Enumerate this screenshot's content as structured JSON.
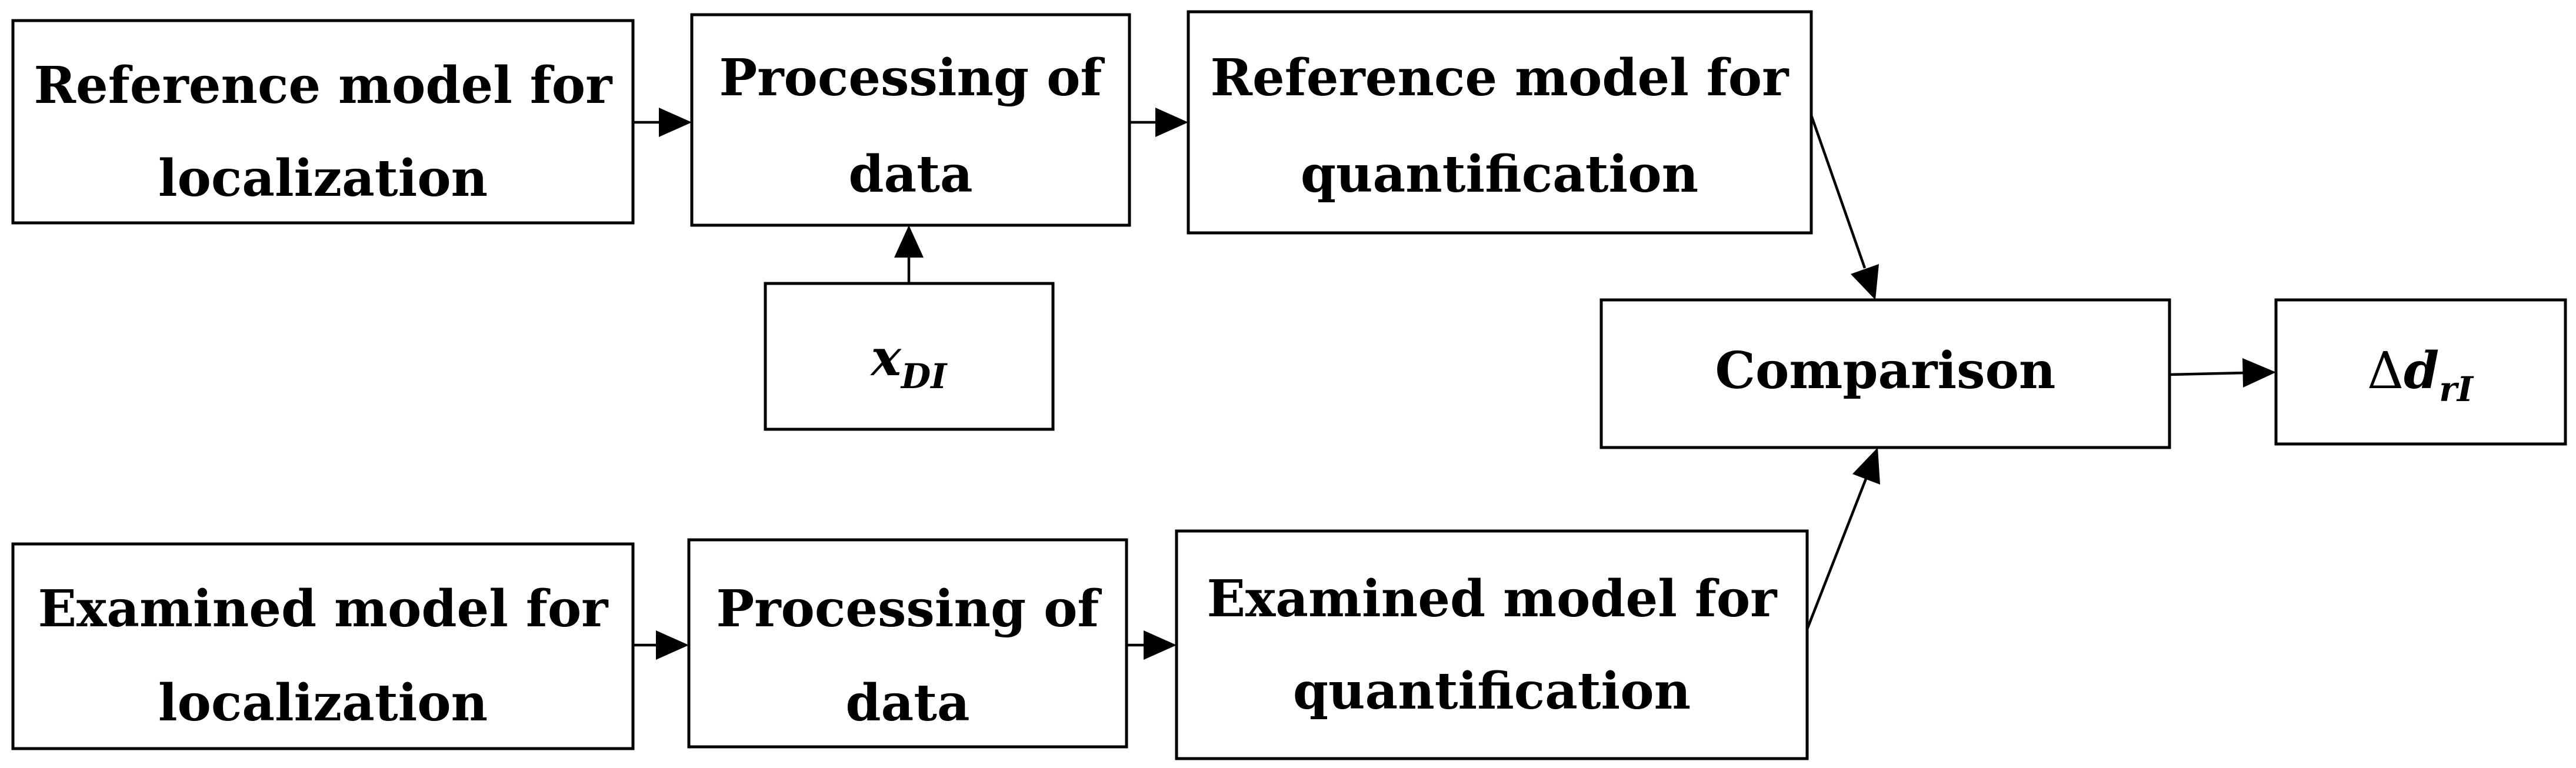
{
  "diagram": {
    "nodes": {
      "ref_loc": {
        "lines": [
          "Reference model for",
          "localization"
        ]
      },
      "proc_top": {
        "lines": [
          "Processing of",
          "data"
        ]
      },
      "ref_quant": {
        "lines": [
          "Reference model for",
          "quantification"
        ]
      },
      "x_input": {
        "symbol": "x",
        "subscript": "DI"
      },
      "comparison": {
        "lines": [
          "Comparison"
        ]
      },
      "result": {
        "delta": "Δ",
        "symbol": "d",
        "subscript": "rI"
      },
      "exam_loc": {
        "lines": [
          "Examined model for",
          "localization"
        ]
      },
      "proc_bottom": {
        "lines": [
          "Processing of",
          "data"
        ]
      },
      "exam_quant": {
        "lines": [
          "Examined model for",
          "quantification"
        ]
      }
    },
    "edges": [
      {
        "from": "ref_loc",
        "to": "proc_top"
      },
      {
        "from": "proc_top",
        "to": "ref_quant"
      },
      {
        "from": "x_input",
        "to": "proc_top"
      },
      {
        "from": "ref_quant",
        "to": "comparison"
      },
      {
        "from": "comparison",
        "to": "result"
      },
      {
        "from": "exam_loc",
        "to": "proc_bottom"
      },
      {
        "from": "proc_bottom",
        "to": "exam_quant"
      },
      {
        "from": "exam_quant",
        "to": "comparison"
      }
    ]
  }
}
